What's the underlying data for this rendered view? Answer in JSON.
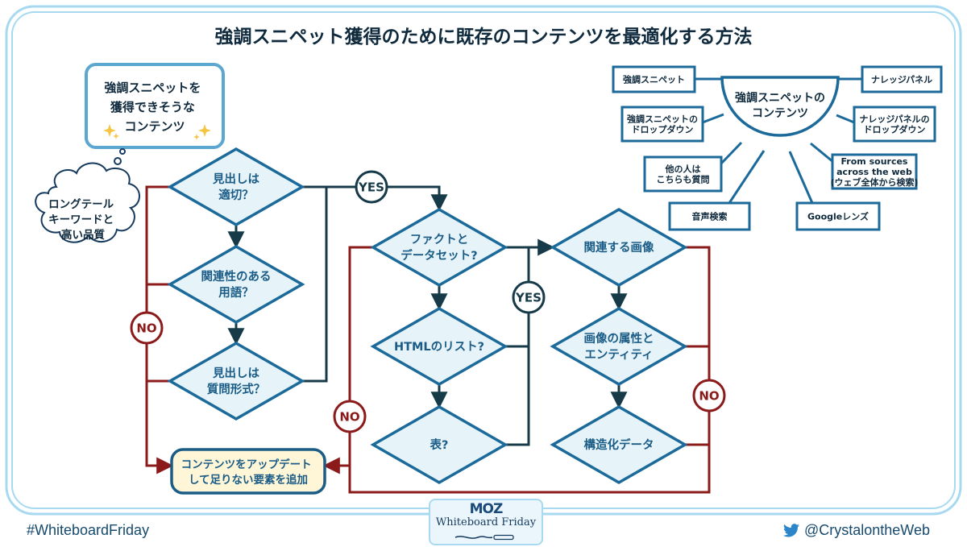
{
  "title": "強調スニペット獲得のために既存のコンテンツを最適化する方法",
  "start_box": {
    "lines": [
      "強調スニペットを",
      "獲得できそうな",
      "コンテンツ"
    ]
  },
  "thought_cloud": {
    "lines": [
      "ロングテール",
      "キーワードと",
      "高い品質"
    ]
  },
  "column1": {
    "diamonds": [
      {
        "lines": [
          "見出しは",
          "適切？"
        ]
      },
      {
        "lines": [
          "関連性のある",
          "用語？"
        ]
      },
      {
        "lines": [
          "見出しは",
          "質問形式？"
        ]
      }
    ]
  },
  "column2": {
    "diamonds": [
      {
        "lines": [
          "ファクトと",
          "データセット?"
        ]
      },
      {
        "lines": [
          "HTMLのリスト?"
        ]
      },
      {
        "lines": [
          "表?"
        ]
      }
    ]
  },
  "column3": {
    "diamonds": [
      {
        "lines": [
          "関連する画像"
        ]
      },
      {
        "lines": [
          "画像の属性と",
          "エンティティ"
        ]
      },
      {
        "lines": [
          "構造化データ"
        ]
      }
    ]
  },
  "labels": {
    "yes": "YES",
    "no": "NO"
  },
  "update_box": {
    "lines": [
      "コンテンツをアップデート",
      "して足りない要素を追加"
    ]
  },
  "hub": {
    "center_lines": [
      "強調スニペットの",
      "コンテンツ"
    ],
    "items": [
      {
        "lines": [
          "強調スニペット"
        ]
      },
      {
        "lines": [
          "強調スニペットの",
          "ドロップダウン"
        ]
      },
      {
        "lines": [
          "他の人は",
          "こちらも質問"
        ]
      },
      {
        "lines": [
          "音声検索"
        ]
      },
      {
        "lines": [
          "Googleレンズ"
        ]
      },
      {
        "lines": [
          "From sources",
          "across the web",
          "(ウェブ全体から検索)"
        ]
      },
      {
        "lines": [
          "ナレッジパネルの",
          "ドロップダウン"
        ]
      },
      {
        "lines": [
          "ナレッジパネル"
        ]
      }
    ]
  },
  "footer": {
    "hashtag": "#WhiteboardFriday",
    "twitter_handle": "@CrystalontheWeb",
    "brand_logo": "MOZ",
    "brand_sub": "Whiteboard Friday"
  },
  "colors": {
    "frame": "#a7d9f0",
    "diamond_stroke": "#1b6a9a",
    "diamond_fill": "#e6f4fa",
    "yes_line": "#163a48",
    "no_line": "#8b1a1a",
    "update_fill": "#fff6d8",
    "text_dark": "#0f2a3d"
  }
}
